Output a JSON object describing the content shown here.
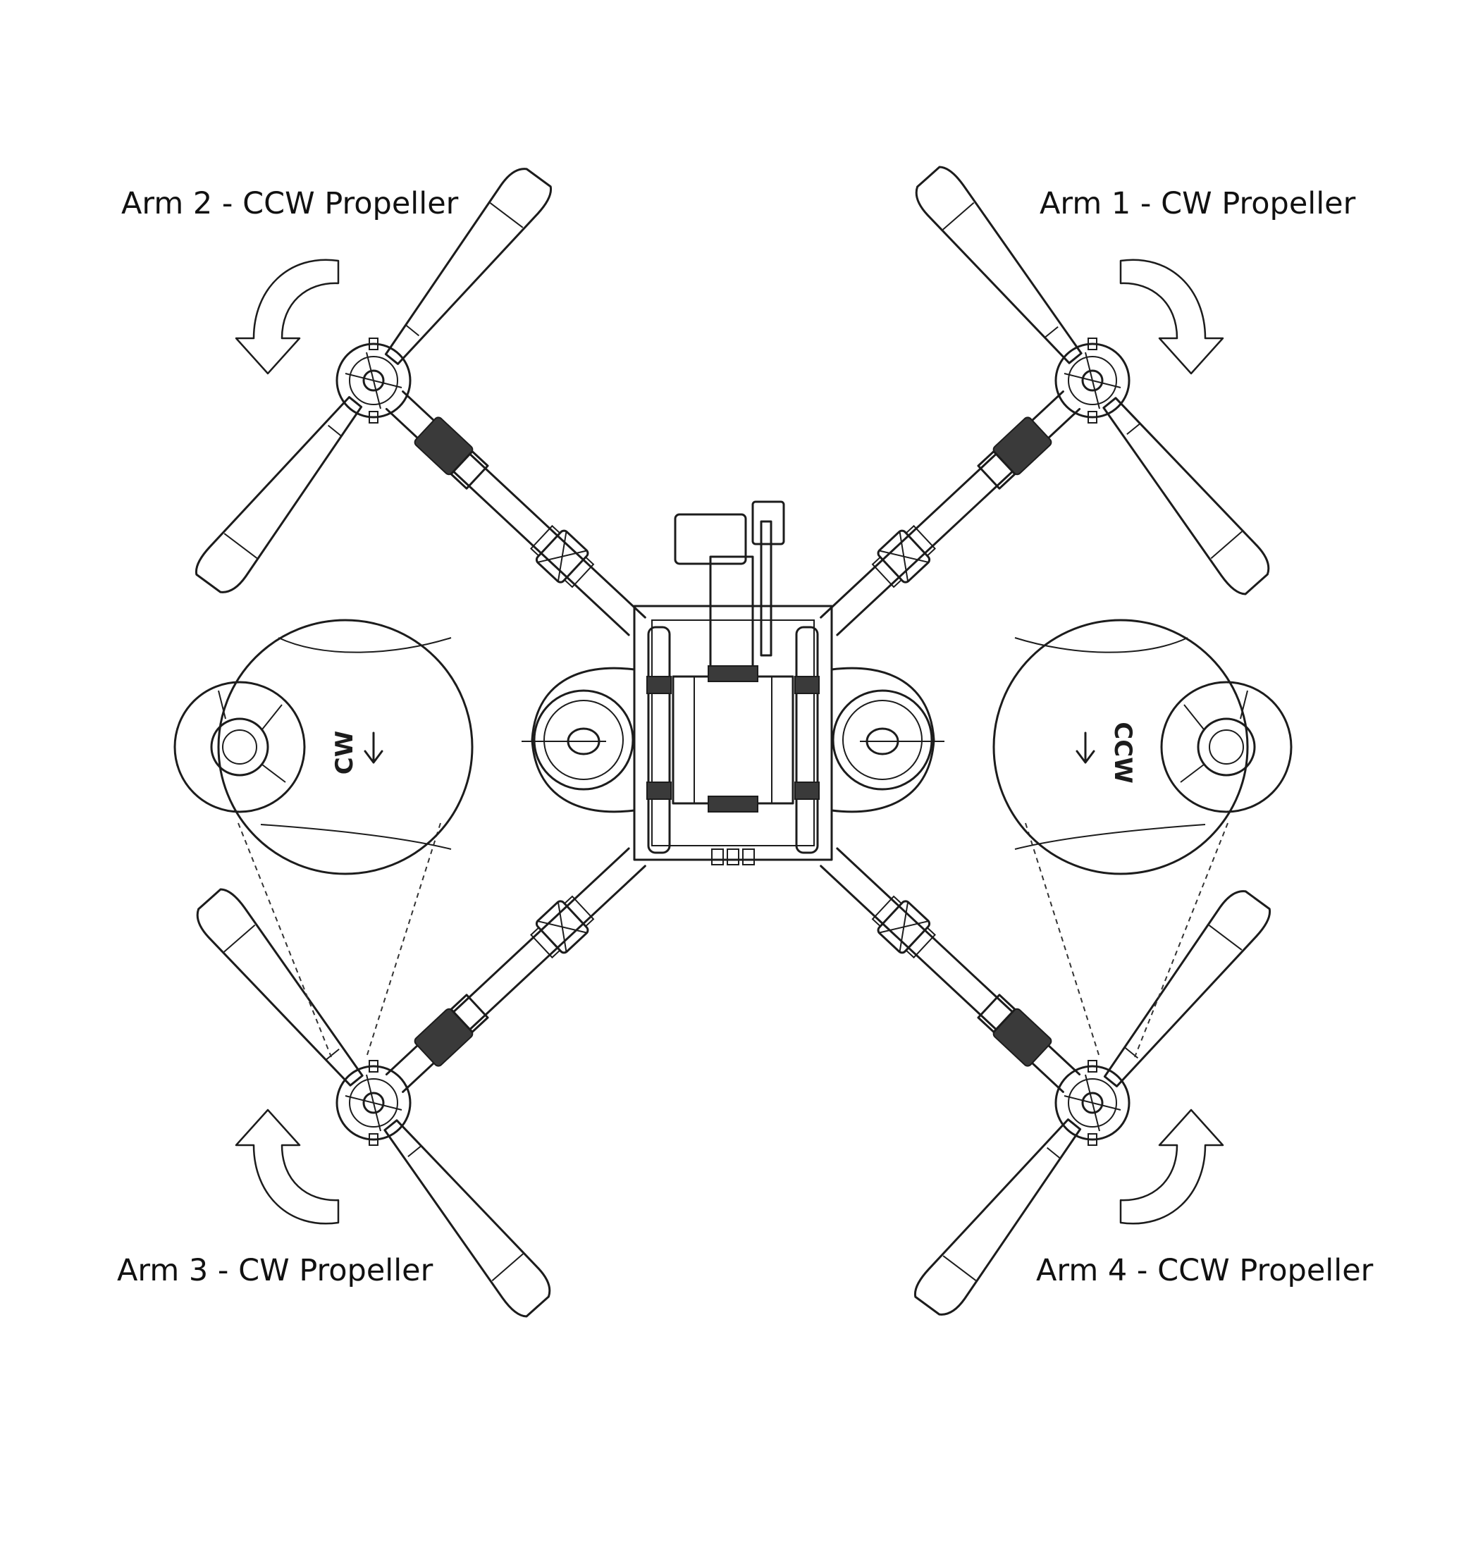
{
  "labels": {
    "arm1": "Arm 1 - CW Propeller",
    "arm2": "Arm 2 - CCW Propeller",
    "arm3": "Arm 3 - CW Propeller",
    "arm4": "Arm 4 - CCW Propeller"
  },
  "zoom": {
    "left_text": "CW",
    "right_text": "CCW"
  },
  "icons": {
    "rotation_arrows": [
      "rotation-arrow-arm1-icon",
      "rotation-arrow-arm2-icon",
      "rotation-arrow-arm3-icon",
      "rotation-arrow-arm4-icon"
    ]
  },
  "colors": {
    "ink": "#1c1c1c",
    "background": "#ffffff"
  }
}
